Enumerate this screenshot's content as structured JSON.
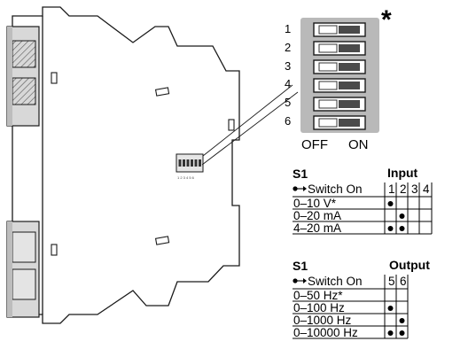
{
  "dip_switch": {
    "numbers": [
      "1",
      "2",
      "3",
      "4",
      "5",
      "6"
    ],
    "off_label": "OFF",
    "on_label": "ON",
    "marker": "*",
    "callout_number": "4"
  },
  "device": {
    "tiny_numbers": "1 2 3 4 5 6"
  },
  "input_table": {
    "section": "S1",
    "title": "Input",
    "switch_on_label": "Switch On",
    "columns": [
      "1",
      "2",
      "3",
      "4"
    ],
    "rows": [
      {
        "label": "0–10 V*",
        "dots": [
          true,
          false,
          false,
          false
        ]
      },
      {
        "label": "0–20 mA",
        "dots": [
          false,
          true,
          false,
          false
        ]
      },
      {
        "label": "4–20 mA",
        "dots": [
          true,
          true,
          false,
          false
        ]
      }
    ]
  },
  "output_table": {
    "section": "S1",
    "title": "Output",
    "switch_on_label": "Switch On",
    "columns": [
      "5",
      "6"
    ],
    "rows": [
      {
        "label": "0–50 Hz*",
        "dots": [
          false,
          false
        ]
      },
      {
        "label": "0–100 Hz",
        "dots": [
          true,
          false
        ]
      },
      {
        "label": "0–1000 Hz",
        "dots": [
          false,
          true
        ]
      },
      {
        "label": "0–10000 Hz",
        "dots": [
          true,
          true
        ]
      }
    ]
  },
  "colors": {
    "outline": "#1a1a1a",
    "switch_panel": "#b9b9b9",
    "switch_knob": "#4a4a4a"
  }
}
